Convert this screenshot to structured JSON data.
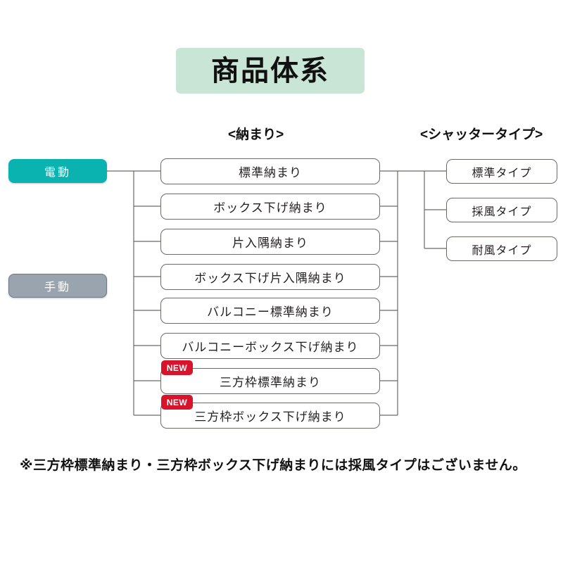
{
  "title": {
    "text": "商品体系"
  },
  "headers": {
    "nmari": "<納まり>",
    "shutter_type": "<シャッタータイプ>"
  },
  "drive_options": [
    {
      "label": "電動",
      "color": "#0bb3b0"
    },
    {
      "label": "手動",
      "color": "#9aa4af"
    }
  ],
  "nmari_items": [
    {
      "label": "標準納まり",
      "badge": null
    },
    {
      "label": "ボックス下げ納まり",
      "badge": null
    },
    {
      "label": "片入隅納まり",
      "badge": null
    },
    {
      "label": "ボックス下げ片入隅納まり",
      "badge": null
    },
    {
      "label": "バルコニー標準納まり",
      "badge": null
    },
    {
      "label": "バルコニーボックス下げ納まり",
      "badge": null
    },
    {
      "label": "三方枠標準納まり",
      "badge": "NEW"
    },
    {
      "label": "三方枠ボックス下げ納まり",
      "badge": "NEW"
    }
  ],
  "shutter_types": [
    {
      "label": "標準タイプ"
    },
    {
      "label": "採風タイプ"
    },
    {
      "label": "耐風タイプ"
    }
  ],
  "footnote": {
    "text": "※三方枠標準納まり・三方枠ボックス下げ納まりには採風タイプはございません。"
  },
  "colors": {
    "title_bg": "#c9e5d6",
    "electric": "#0bb3b0",
    "manual": "#9aa4af",
    "badge": "#d8142c",
    "line": "#6d6a66",
    "box_border": "#6d6a66"
  }
}
